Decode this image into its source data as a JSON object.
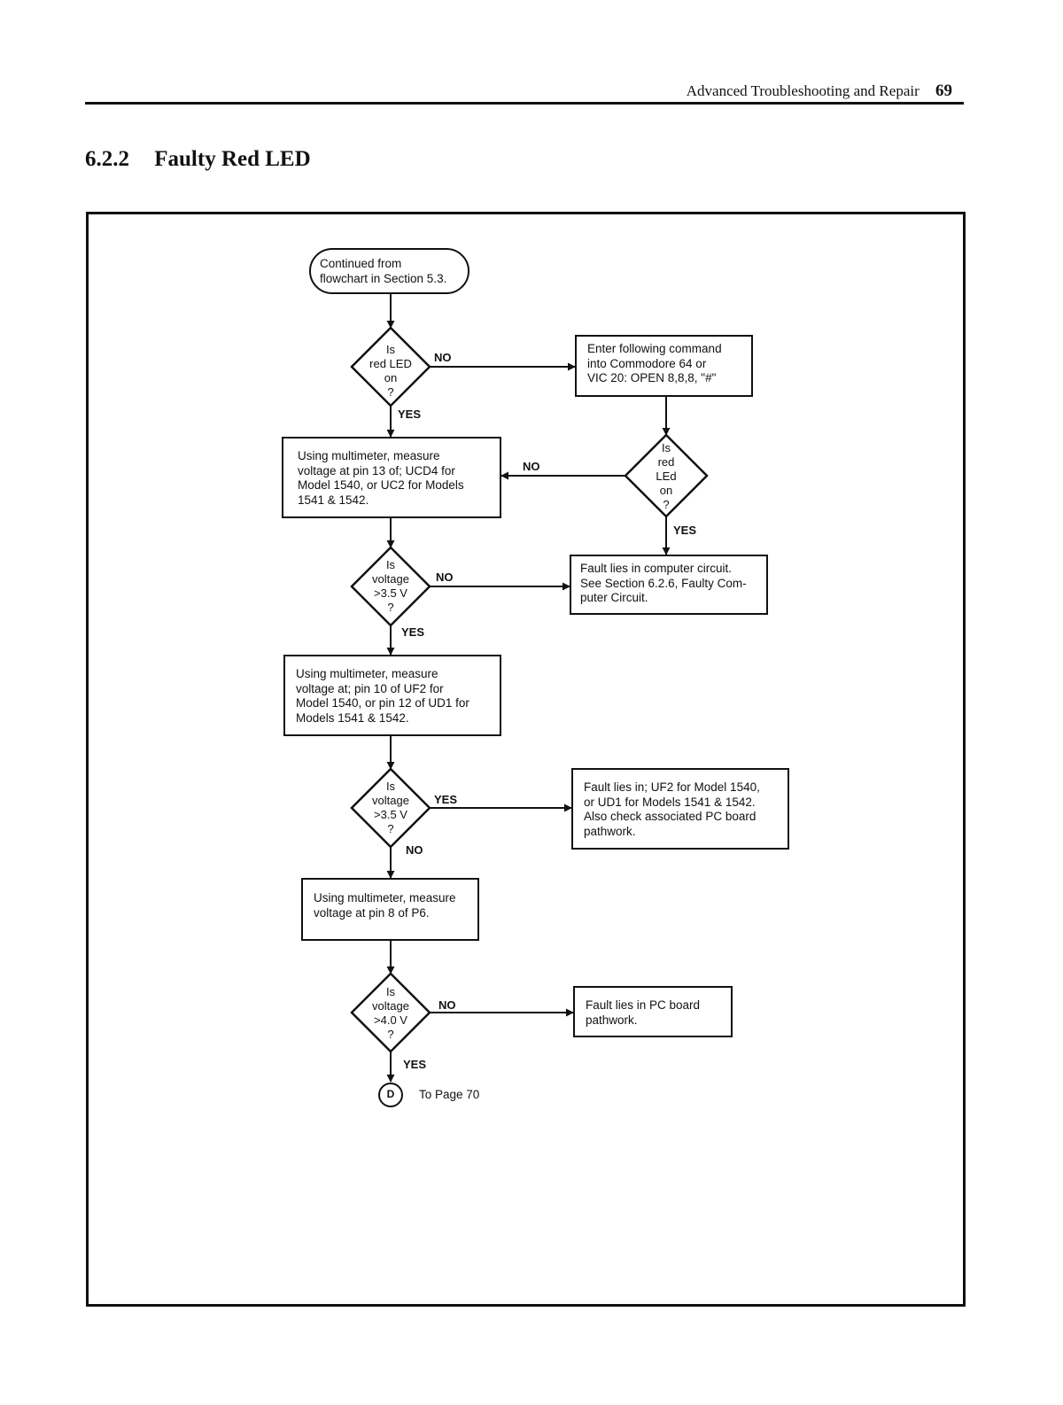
{
  "header": {
    "running_title": "Advanced Troubleshooting and Repair",
    "page_number": "69"
  },
  "section": {
    "number": "6.2.2",
    "title": "Faulty Red LED"
  },
  "flowchart": {
    "start": "Continued from\nflowchart in Section 5.3.",
    "d1": "Is\nred LED\non\n?",
    "cmd": "Enter following command\ninto Commodore 64 or\nVIC 20: OPEN 8,8,8, \"#\"",
    "d2": "Is\nred\nLEd\non\n?",
    "m1": "Using multimeter, measure\nvoltage at pin 13 of; UCD4 for\nModel 1540, or UC2 for Models\n1541 & 1542.",
    "d3": "Is\nvoltage\n>3.5 V\n?",
    "fault_computer": "Fault lies in computer circuit.\nSee Section 6.2.6, Faulty Com-\nputer Circuit.",
    "m2": "Using multimeter, measure\nvoltage at; pin 10 of UF2 for\nModel 1540, or pin 12 of UD1 for\nModels 1541 & 1542.",
    "d4": "Is\nvoltage\n>3.5 V\n?",
    "fault_uf2": "Fault lies in; UF2 for Model 1540,\nor UD1 for Models 1541 & 1542.\nAlso check associated PC board\npathwork.",
    "m3": "Using multimeter, measure\nvoltage at pin 8 of P6.",
    "d5": "Is\nvoltage\n>4.0 V\n?",
    "fault_pc": "Fault lies in PC board\npathwork.",
    "connector": "D",
    "to_page": "To Page  70",
    "labels": {
      "d1_no": "NO",
      "d1_yes": "YES",
      "d2_no": "NO",
      "d2_yes": "YES",
      "d3_no": "NO",
      "d3_yes": "YES",
      "d4_yes": "YES",
      "d4_no": "NO",
      "d5_no": "NO",
      "d5_yes": "YES"
    }
  }
}
